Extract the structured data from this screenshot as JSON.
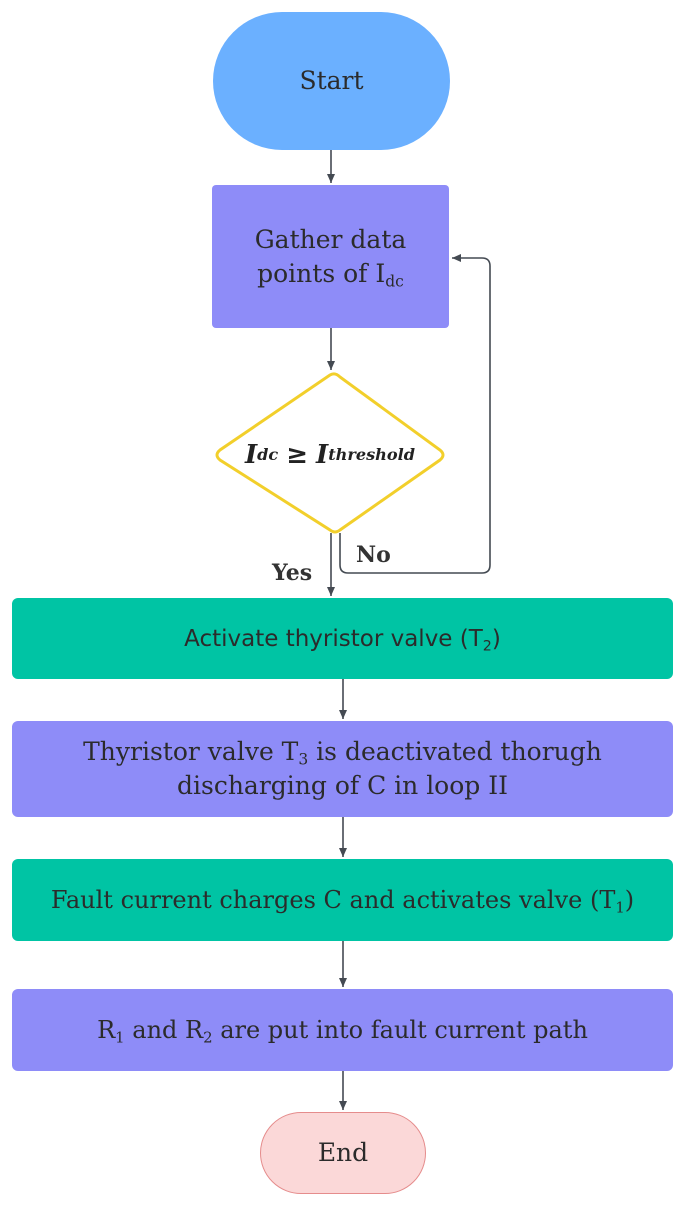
{
  "nodes": {
    "start": "Start",
    "gather_line1": "Gather data",
    "gather_line2_pre": "points of I",
    "gather_line2_sub": "dc",
    "decision_lhs": "I",
    "decision_lhs_sub": "dc",
    "decision_op": "≥",
    "decision_rhs": "I",
    "decision_rhs_sub": "threshold",
    "activate_pre": "Activate thyristor valve (T",
    "activate_sub": "2",
    "activate_post": ")",
    "deactivate_line1_pre": "Thyristor valve T",
    "deactivate_line1_sub": "3",
    "deactivate_line1_post": " is deactivated thorugh",
    "deactivate_line2": "discharging of C in loop II",
    "fault_pre": "Fault current charges C and activates valve (T",
    "fault_sub": "1",
    "fault_post": ")",
    "resist_a": "R",
    "resist_a_sub": "1",
    "resist_mid": " and R",
    "resist_b_sub": "2",
    "resist_post": " are put into fault current path",
    "end": "End"
  },
  "edge_labels": {
    "yes": "Yes",
    "no": "No"
  },
  "colors": {
    "start": "#6bb0ff",
    "process_purple": "#8e8cf8",
    "process_teal": "#00c4a4",
    "decision_border": "#f2cf2b",
    "end_fill": "#fbd8d8",
    "end_border": "#e58c8c",
    "arrow": "#444a52"
  }
}
